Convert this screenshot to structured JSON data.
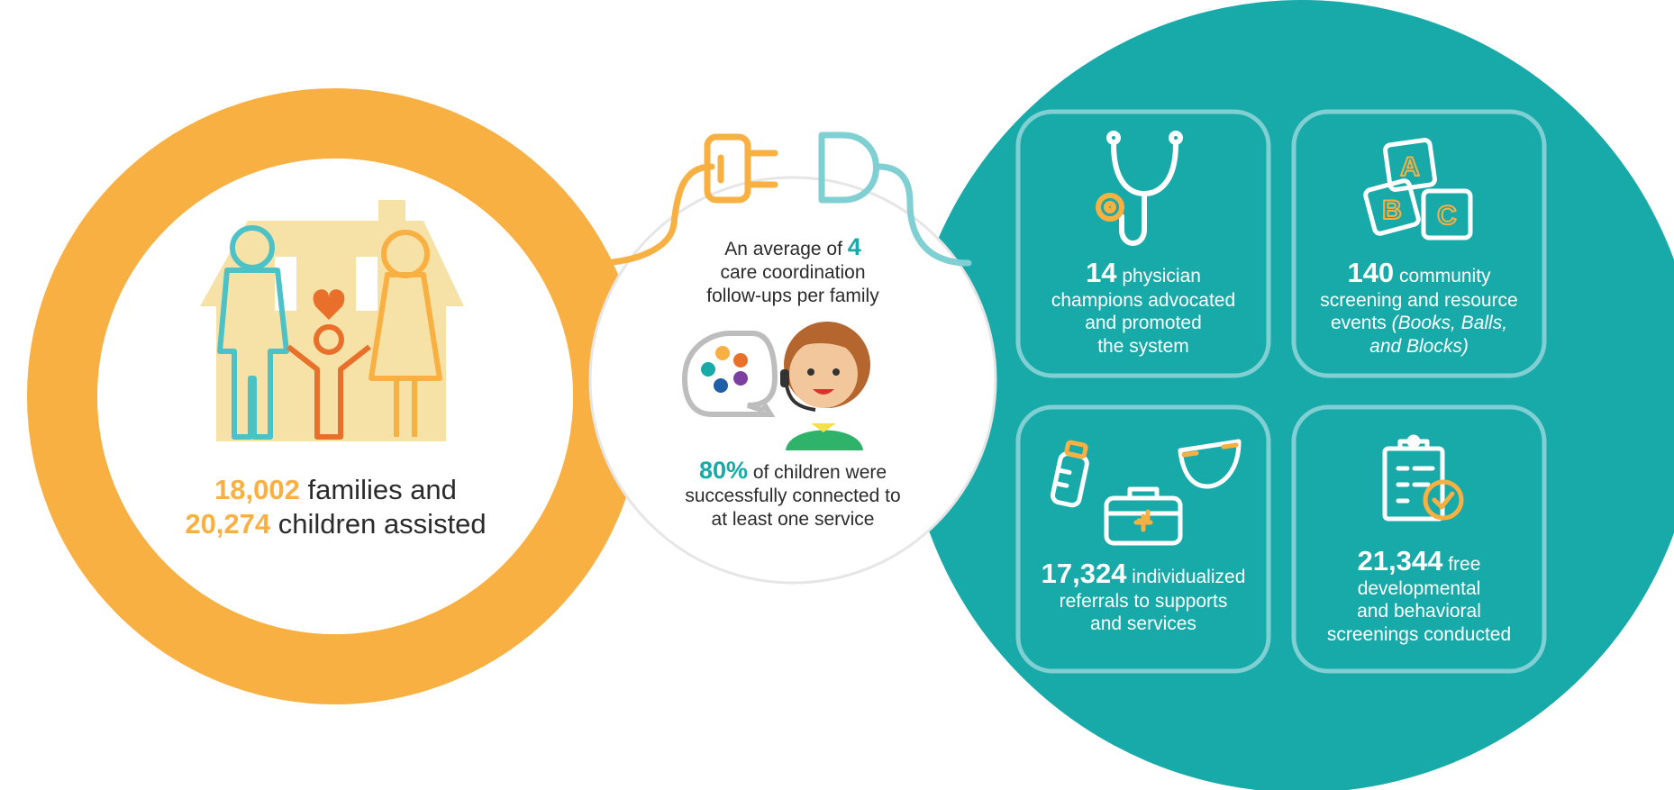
{
  "left": {
    "families_count": "18,002",
    "families_text": " families and",
    "children_count": "20,274",
    "children_text": " children assisted"
  },
  "center": {
    "followups_prefix": "An average of ",
    "followups_count": "4",
    "followups_line2": "care coordination",
    "followups_line3": "follow-ups per family",
    "connected_pct": "80%",
    "connected_line1": " of children were",
    "connected_line2": "successfully connected to",
    "connected_line3": "at least one service"
  },
  "cards": {
    "physicians": {
      "count": "14",
      "line1": " physician",
      "line2": "champions advocated",
      "line3": "and promoted",
      "line4": "the system",
      "icon": "stethoscope-icon"
    },
    "events": {
      "count": "140",
      "line1": " community",
      "line2": "screening and resource",
      "line3_plain": "events ",
      "line3_italic": "(Books, Balls,",
      "line4_italic": "and Blocks)",
      "icon": "abc-blocks-icon"
    },
    "referrals": {
      "count": "17,324",
      "line1": " individualized",
      "line2": "referrals to supports",
      "line3": "and services",
      "icon": "baby-supplies-icon"
    },
    "screenings": {
      "count": "21,344",
      "line1": " free",
      "line2": "developmental",
      "line3": "and behavioral",
      "line4": "screenings conducted",
      "icon": "clipboard-check-icon"
    }
  },
  "colors": {
    "orange": "#f9b043",
    "teal": "#18a9a9",
    "teal_outline": "#7fcfd3",
    "dark_orange": "#e8702a",
    "house": "#f6e1a6"
  }
}
